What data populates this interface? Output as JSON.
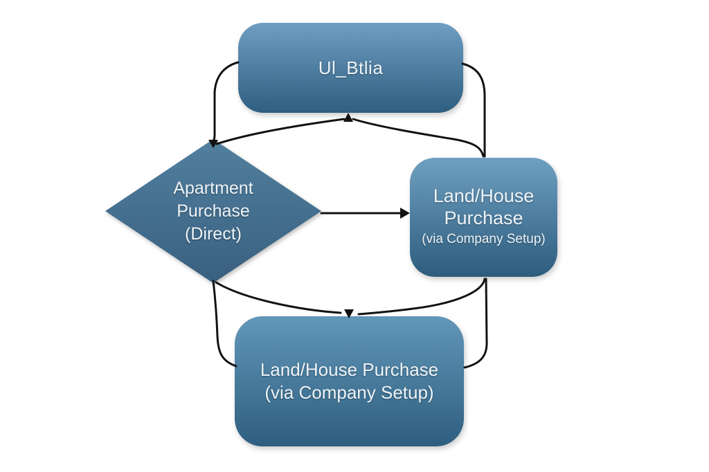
{
  "diagram": {
    "background_color": "#ffffff",
    "connector_color": "#121212",
    "nodes": {
      "top_box": {
        "shape": "rounded-rectangle",
        "label": "Ul_Btlia",
        "fill_top": "#6f9ec2",
        "fill_bottom": "#2e5e80",
        "text_color": "#eef4f8"
      },
      "decision_diamond": {
        "shape": "diamond",
        "line1": "Apartment",
        "line2": "Purchase",
        "line3": "(Direct)",
        "fill_top": "#52809f",
        "fill_bottom": "#395f7f",
        "text_color": "#eef4f8"
      },
      "right_box": {
        "shape": "rounded-rectangle",
        "line1": "Land/House",
        "line2": "Purchase",
        "line3": "(via Company Setup)",
        "fill_top": "#6ea0c1",
        "fill_bottom": "#2d5c7d",
        "text_color": "#eef4f8"
      },
      "bottom_box": {
        "shape": "rounded-rectangle",
        "line1": "Land/House Purchase",
        "line2": "(via Company Setup)",
        "fill_top": "#6297b9",
        "fill_bottom": "#2e5e7f",
        "text_color": "#eef4f8"
      }
    },
    "edges": [
      {
        "from": "top_box",
        "to": "decision_diamond",
        "arrowhead": "at decision_diamond top vertex"
      },
      {
        "from": "decision_diamond",
        "to": "top_box",
        "arrowhead": "at top_box bottom center"
      },
      {
        "from": "right_box",
        "to": "top_box",
        "arrowhead": "at top_box bottom center (merged)"
      },
      {
        "from": "top_box",
        "to": "right_box",
        "arrowhead": "none visible"
      },
      {
        "from": "decision_diamond",
        "to": "right_box",
        "arrowhead": "at right_box left edge"
      },
      {
        "from": "decision_diamond",
        "to": "bottom_box",
        "arrowhead": "at bottom_box top center"
      },
      {
        "from": "right_box",
        "to": "bottom_box",
        "arrowhead": "at bottom_box top center (merged)"
      },
      {
        "from": "decision_diamond",
        "to": "bottom_box",
        "arrowhead": "none, enters left side"
      },
      {
        "from": "right_box",
        "to": "bottom_box",
        "arrowhead": "none, enters right side"
      }
    ]
  }
}
